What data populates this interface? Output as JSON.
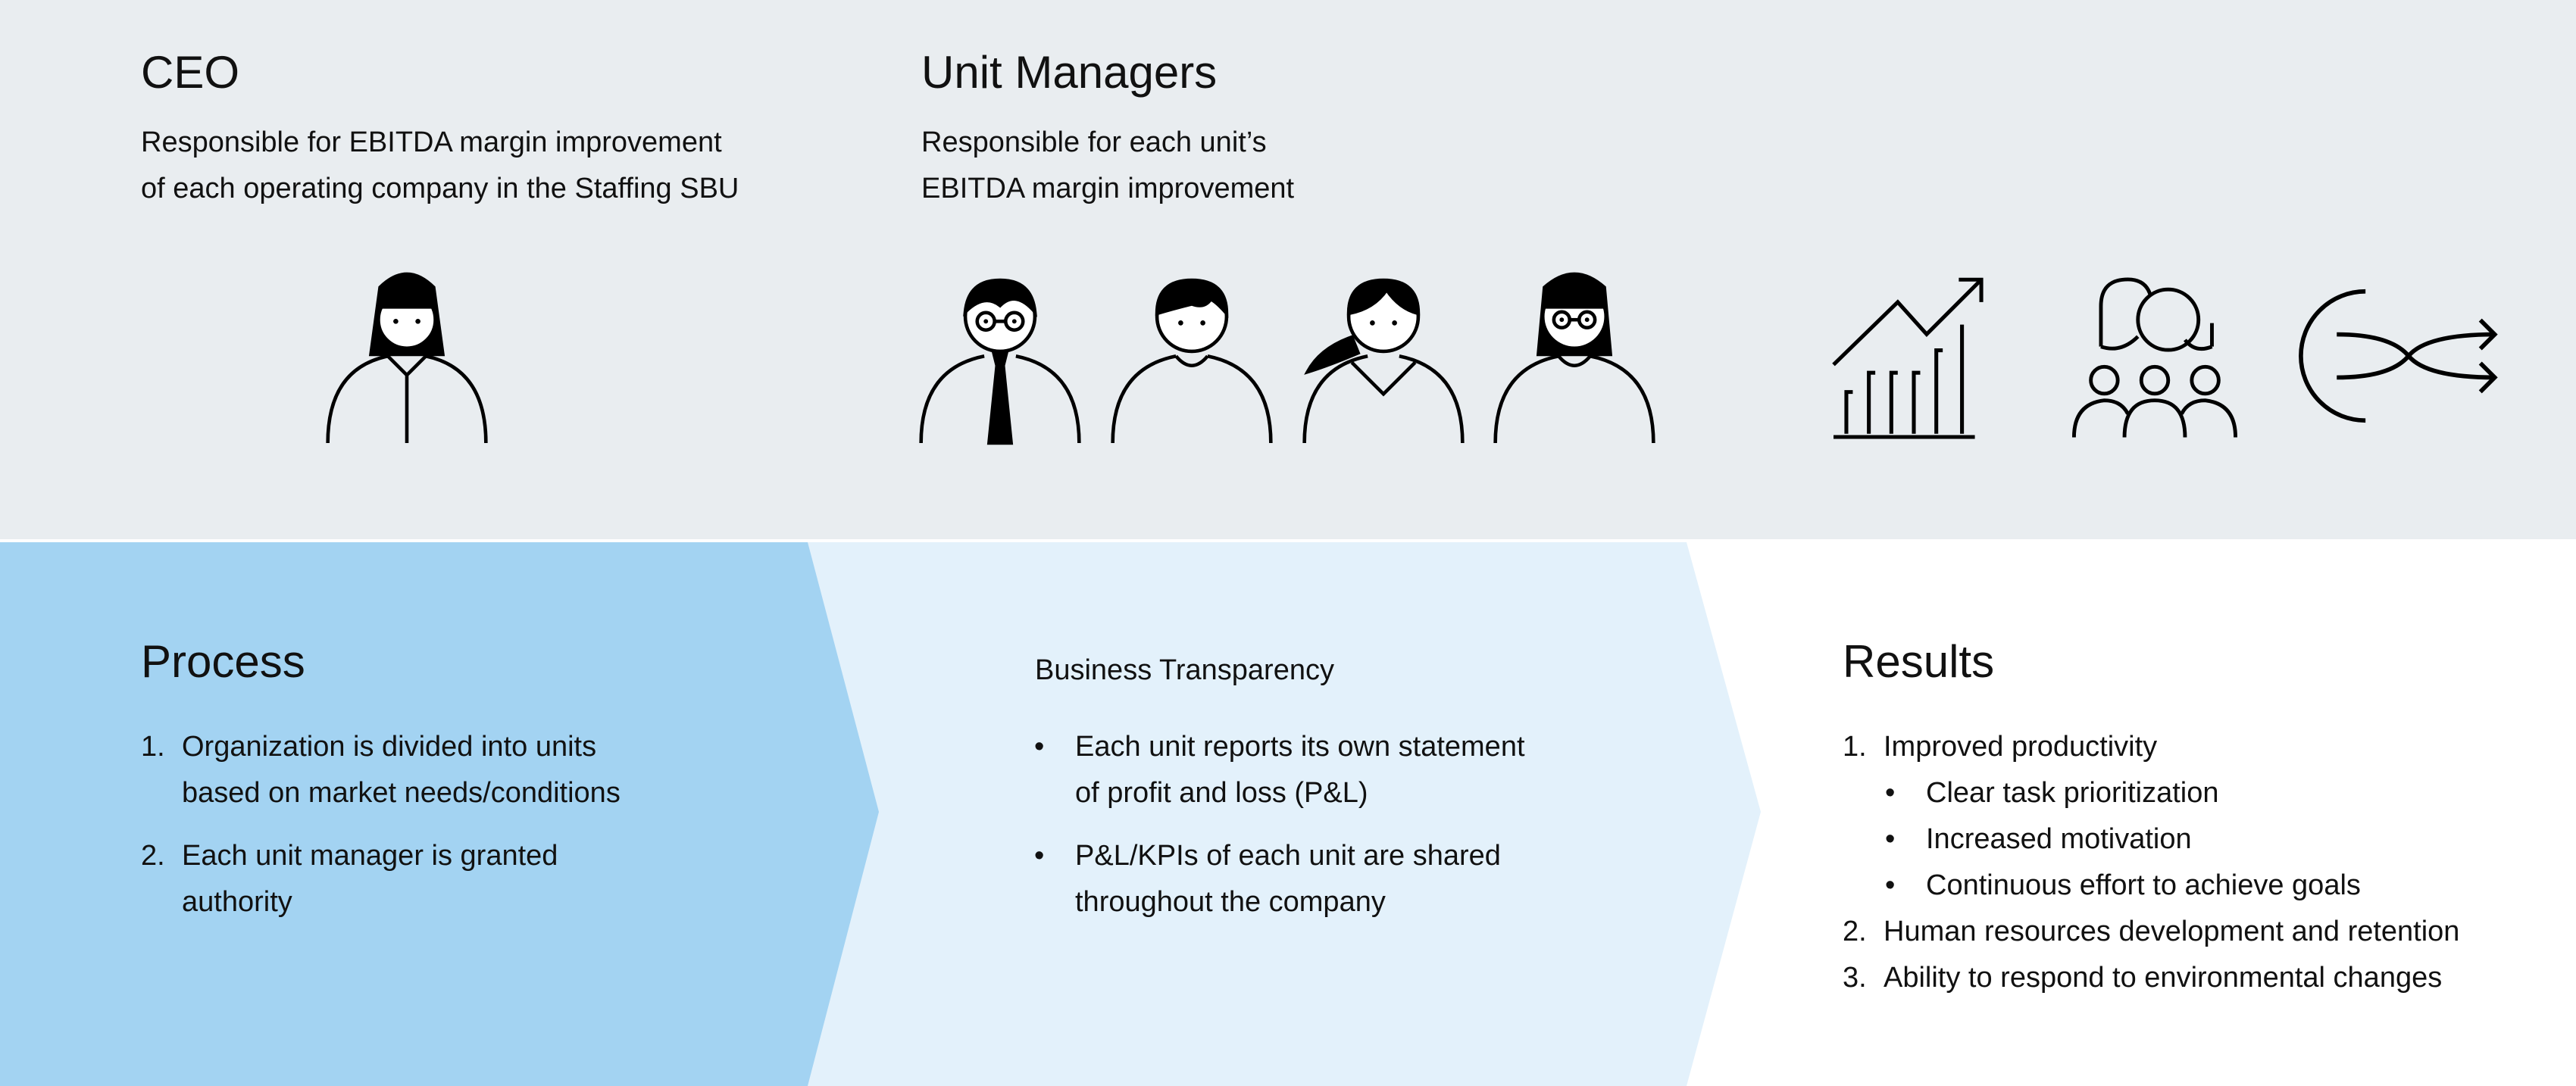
{
  "colors": {
    "top_band": "#e9edf0",
    "process_panel": "#a3d3f2",
    "transparency_panel": "#e3f1fb",
    "results_panel": "#ffffff"
  },
  "ceo": {
    "title": "CEO",
    "lines": [
      "Responsible for EBITDA margin improvement",
      "of each operating company in the Staffing SBU"
    ],
    "icon": "person-female-icon"
  },
  "unit_managers": {
    "title": "Unit Managers",
    "lines": [
      "Responsible for each unit’s",
      "EBITDA margin improvement"
    ],
    "icons": [
      "person-male-glasses-tie-icon",
      "person-male-icon",
      "person-female-ponytail-icon",
      "person-female-glasses-icon"
    ]
  },
  "concept_icons": [
    "growth-chart-icon",
    "team-discussion-icon",
    "shuffle-icon"
  ],
  "process": {
    "title": "Process",
    "items": [
      {
        "num": "1.",
        "lines": [
          "Organization is divided into units",
          "based on market needs/conditions"
        ]
      },
      {
        "num": "2.",
        "lines": [
          "Each unit manager is granted",
          "authority"
        ]
      }
    ]
  },
  "transparency": {
    "title": "Business Transparency",
    "bullet": "•",
    "items": [
      {
        "lines": [
          "Each unit reports its own statement",
          "of profit and loss (P&L)"
        ]
      },
      {
        "lines": [
          "P&L/KPIs of each unit are shared",
          "throughout the company"
        ]
      }
    ]
  },
  "results": {
    "title": "Results",
    "bullet": "•",
    "item1": {
      "num": "1.",
      "text": "Improved productivity",
      "sub": [
        "Clear task prioritization",
        "Increased motivation",
        "Continuous effort to achieve goals"
      ]
    },
    "item2": {
      "num": "2.",
      "text": "Human resources development and retention"
    },
    "item3": {
      "num": "3.",
      "text": "Ability to respond to environmental changes"
    }
  }
}
